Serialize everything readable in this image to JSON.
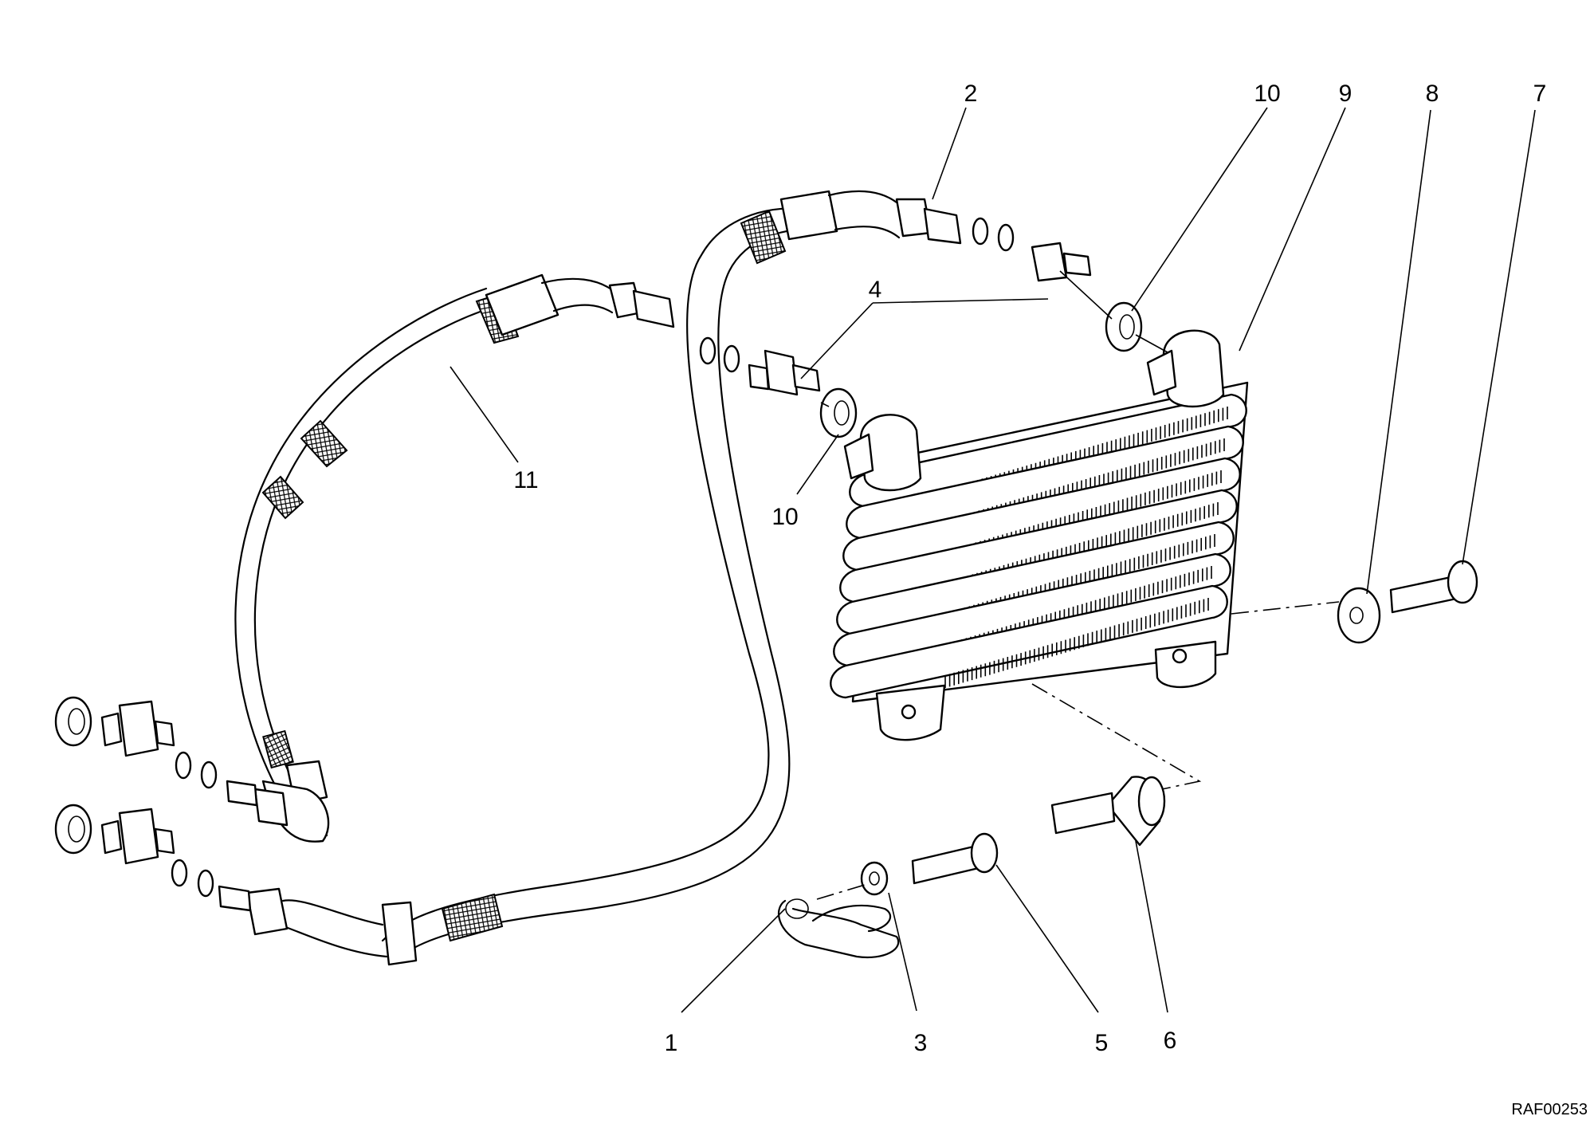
{
  "callouts": [
    {
      "id": "1",
      "label": "1"
    },
    {
      "id": "2",
      "label": "2"
    },
    {
      "id": "3",
      "label": "3"
    },
    {
      "id": "4",
      "label": "4"
    },
    {
      "id": "5",
      "label": "5"
    },
    {
      "id": "6",
      "label": "6"
    },
    {
      "id": "7",
      "label": "7"
    },
    {
      "id": "8",
      "label": "8"
    },
    {
      "id": "9",
      "label": "9"
    },
    {
      "id": "10a",
      "label": "10"
    },
    {
      "id": "10b",
      "label": "10"
    },
    {
      "id": "11",
      "label": "11"
    }
  ],
  "drawing_code": "RAF00253"
}
